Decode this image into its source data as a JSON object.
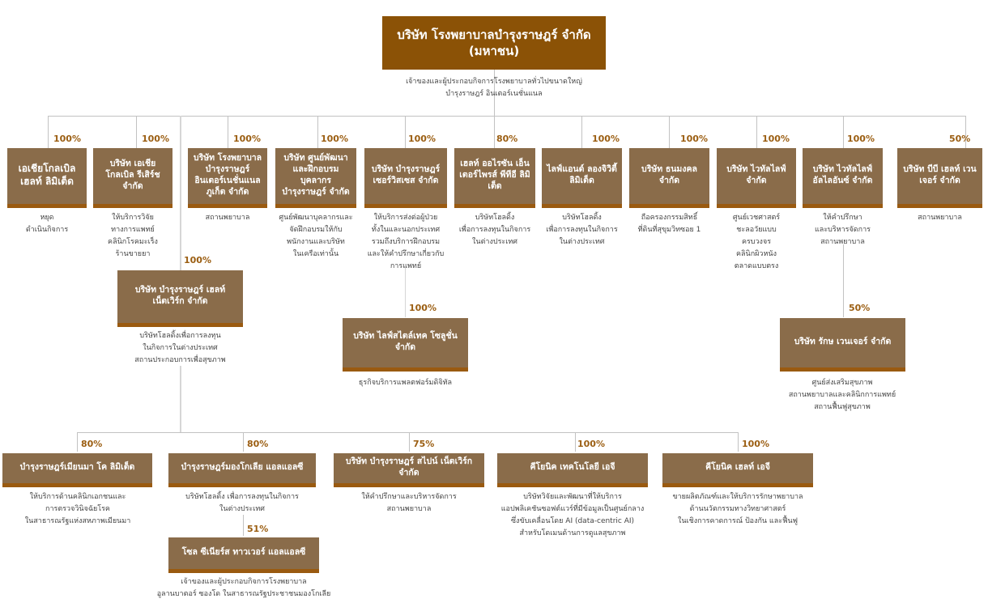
{
  "parent": {
    "name": "บริษัท โรงพยาบาลบำรุงราษฎร์ จำกัด (มหาชน)",
    "description": [
      "เจ้าของและผู้ประกอบกิจการโรงพยาบาลทั่วไปขนาดใหญ่",
      "บำรุงราษฎร์ อินเตอร์เนชั่นแนล"
    ]
  },
  "level1": [
    {
      "name": "เอเชียโกลเบิล เฮลท์ ลิมิเต็ด",
      "pct": "100%",
      "desc": [
        "หยุด",
        "ดำเนินกิจการ"
      ]
    },
    {
      "name": "บริษัท เอเชีย โกลเบิล รีเสิร์ช จำกัด",
      "pct": "100%",
      "desc": [
        "ให้บริการวิจัย",
        "ทางการแพทย์",
        "คลินิกโรคมะเร็ง",
        "ร้านขายยา"
      ]
    },
    {
      "name": "บริษัท โรงพยาบาล บำรุงราษฎร์ อินเตอร์เนชั่นแนล ภูเก็ต จำกัด",
      "pct": "100%",
      "desc": [
        "สถานพยาบาล"
      ]
    },
    {
      "name": "บริษัท ศูนย์พัฒนา และฝึกอบรม บุคลากร บำรุงราษฎร์ จำกัด",
      "pct": "100%",
      "desc": [
        "ศูนย์พัฒนาบุคลากรและ",
        "จัดฝึกอบรมให้กับ",
        "พนักงานและบริษัท",
        "ในเครือเท่านั้น"
      ]
    },
    {
      "name": "บริษัท บำรุงราษฎร์ เซอร์วิสเซส จำกัด",
      "pct": "100%",
      "desc": [
        "ให้บริการส่งต่อผู้ป่วย",
        "ทั้งในและนอกประเทศ",
        "รวมถึงบริการฝึกอบรม",
        "และให้คำปรึกษาเกี่ยวกับ",
        "การแพทย์"
      ]
    },
    {
      "name": "เฮลท์ ออไรซัน เอ็นเตอร์ไพรส์ พีทีอี ลิมิเต็ด",
      "pct": "80%",
      "desc": [
        "บริษัทโฮลดิ้ง",
        "เพื่อการลงทุนในกิจการ",
        "ในต่างประเทศ"
      ]
    },
    {
      "name": "ไลฟ์แอนด์ ลองจิวิตี้ ลิมิเต็ด",
      "pct": "100%",
      "desc": [
        "บริษัทโฮลดิ้ง",
        "เพื่อการลงทุนในกิจการ",
        "ในต่างประเทศ"
      ]
    },
    {
      "name": "บริษัท ธนมงคล จำกัด",
      "pct": "100%",
      "desc": [
        "ถือครองกรรมสิทธิ์",
        "ที่ดินที่สุขุมวิทซอย 1"
      ]
    },
    {
      "name": "บริษัท ไวทัลไลฟ์ จำกัด",
      "pct": "100%",
      "desc": [
        "ศูนย์เวชศาสตร์",
        "ชะลอวัยแบบ",
        "ครบวงจร",
        "คลินิกผิวหนัง",
        "ตลาดแบบตรง"
      ]
    },
    {
      "name": "บริษัท ไวทัลไลฟ์ อัลไลอันซ์ จำกัด",
      "pct": "100%",
      "desc": [
        "ให้คำปรึกษา",
        "และบริหารจัดการ",
        "สถานพยาบาล"
      ]
    },
    {
      "name": "บริษัท บีบี เฮลท์ เวนเจอร์ จำกัด",
      "pct": "50%",
      "desc": [
        "สถานพยาบาล"
      ]
    }
  ],
  "network": {
    "name": "บริษัท บำรุงราษฎร์ เฮลท์ เน็ตเวิร์ก จำกัด",
    "pct": "100%",
    "desc": [
      "บริษัทโฮลดิ้งเพื่อการลงทุน",
      "ในกิจการในต่างประเทศ",
      "สถานประกอบการเพื่อสุขภาพ"
    ]
  },
  "lifestyletech": {
    "name": "บริษัท ไลฟ์สไตล์เทค โซลูชั่น จำกัด",
    "pct": "100%",
    "desc": [
      "ธุรกิจบริการแพลตฟอร์มดิจิทัล"
    ]
  },
  "raksa": {
    "name": "บริษัท รักษ เวนเจอร์ จำกัด",
    "pct": "50%",
    "desc": [
      "ศูนย์ส่งเสริมสุขภาพ",
      "สถานพยาบาลและคลินิกการแพทย์",
      "สถานฟื้นฟูสุขภาพ"
    ]
  },
  "level3": [
    {
      "name": "บำรุงราษฎร์เมียนมา โค ลิมิเต็ด",
      "pct": "80%",
      "desc": [
        "ให้บริการด้านคลินิกเอกชนและ",
        "การตรวจวินิจฉัยโรค",
        "ในสาธารณรัฐแห่งสหภาพเมียนมา"
      ]
    },
    {
      "name": "บำรุงราษฎร์มองโกเลีย แอลแอลซี",
      "pct": "80%",
      "desc": [
        "บริษัทโฮลดิ้ง เพื่อการลงทุนในกิจการ",
        "ในต่างประเทศ"
      ]
    },
    {
      "name": "บริษัท บำรุงราษฎร์ สไปน์ เน็ตเวิร์ก จำกัด",
      "pct": "75%",
      "desc": [
        "ให้คำปรึกษาและบริหารจัดการ",
        "สถานพยาบาล"
      ]
    },
    {
      "name": "คีโยนิค เทคโนโลยี เอจี",
      "pct": "100%",
      "desc": [
        "บริษัทวิจัยและพัฒนาที่ให้บริการ",
        "แอปพลิเคชันซอฟต์แวร์ที่มีข้อมูลเป็นศูนย์กลาง",
        "ซึ่งขับเคลื่อนโดย AI (data-centric AI)",
        "สำหรับโดเมนด้านการดูแลสุขภาพ"
      ]
    },
    {
      "name": "คีโยนิค เฮลท์ เอจี",
      "pct": "100%",
      "desc": [
        "ขายผลิตภัณฑ์และให้บริการรักษาพยาบาล",
        "ด้านนวัตกรรมทางวิทยาศาสตร์",
        "ในเชิงการคาดการณ์ ป้องกัน และฟื้นฟู"
      ]
    }
  ],
  "mongolia_sub": {
    "name": "โซล ซีเนียร์ส ทาวเวอร์ แอลแอลซี",
    "pct": "51%",
    "desc": [
      "เจ้าของและผู้ประกอบกิจการโรงพยาบาล",
      "อูลานบาตอร์ ซองโด ในสาธารณรัฐประชาชนมองโกเลีย"
    ]
  },
  "colors": {
    "parent_box": "#8b5206",
    "sub_box": "#8a6c4a",
    "box_stripe": "#9a5a10",
    "percent_text": "#9b5e12",
    "connector": "#c2c2c2"
  }
}
